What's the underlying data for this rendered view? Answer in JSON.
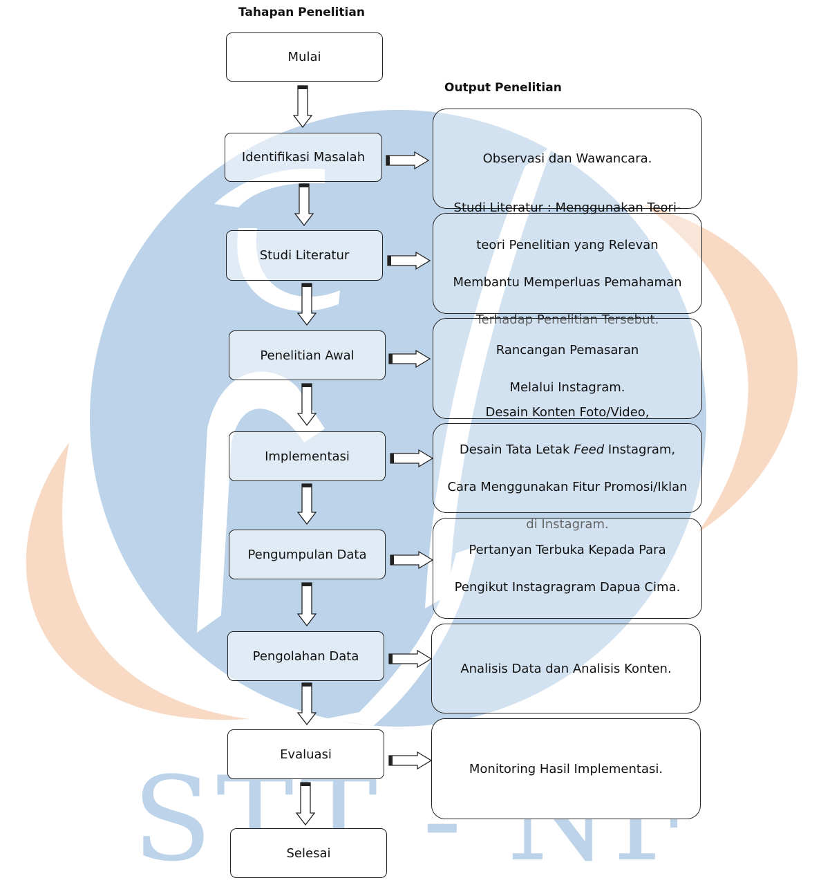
{
  "headings": {
    "left": "Tahapan Penelitian",
    "right": "Output Penelitian"
  },
  "steps": [
    "Mulai",
    "Identifikasi Masalah",
    "Studi Literatur",
    "Penelitian Awal",
    "Implementasi",
    "Pengumpulan Data",
    "Pengolahan Data",
    "Evaluasi",
    "Selesai"
  ],
  "outputs": [
    {
      "lines": [
        "Observasi dan Wawancara."
      ]
    },
    {
      "lines": [
        "Studi Literatur : Menggunakan Teori-",
        "teori Penelitian yang Relevan",
        "Membantu Memperluas Pemahaman",
        "Terhadap Penelitian Tersebut."
      ]
    },
    {
      "lines": [
        "Rancangan Pemasaran",
        "Melalui Instagram."
      ]
    },
    {
      "lines": [
        "Desain Konten Foto/Video,",
        "Desain Tata Letak Feed Instagram,",
        "Cara Menggunakan Fitur Promosi/Iklan",
        "di Instagram."
      ],
      "italic_word": "Feed"
    },
    {
      "lines": [
        "Pertanyan Terbuka Kepada Para",
        "Pengikut Instagragram Dapua Cima."
      ]
    },
    {
      "lines": [
        "Analisis Data dan Analisis Konten."
      ]
    },
    {
      "lines": [
        "Monitoring Hasil Implementasi."
      ]
    }
  ],
  "watermark": {
    "text": "STT - NF",
    "colors": {
      "blue": "#bcd3e9",
      "orange": "#f7d9c4"
    }
  }
}
